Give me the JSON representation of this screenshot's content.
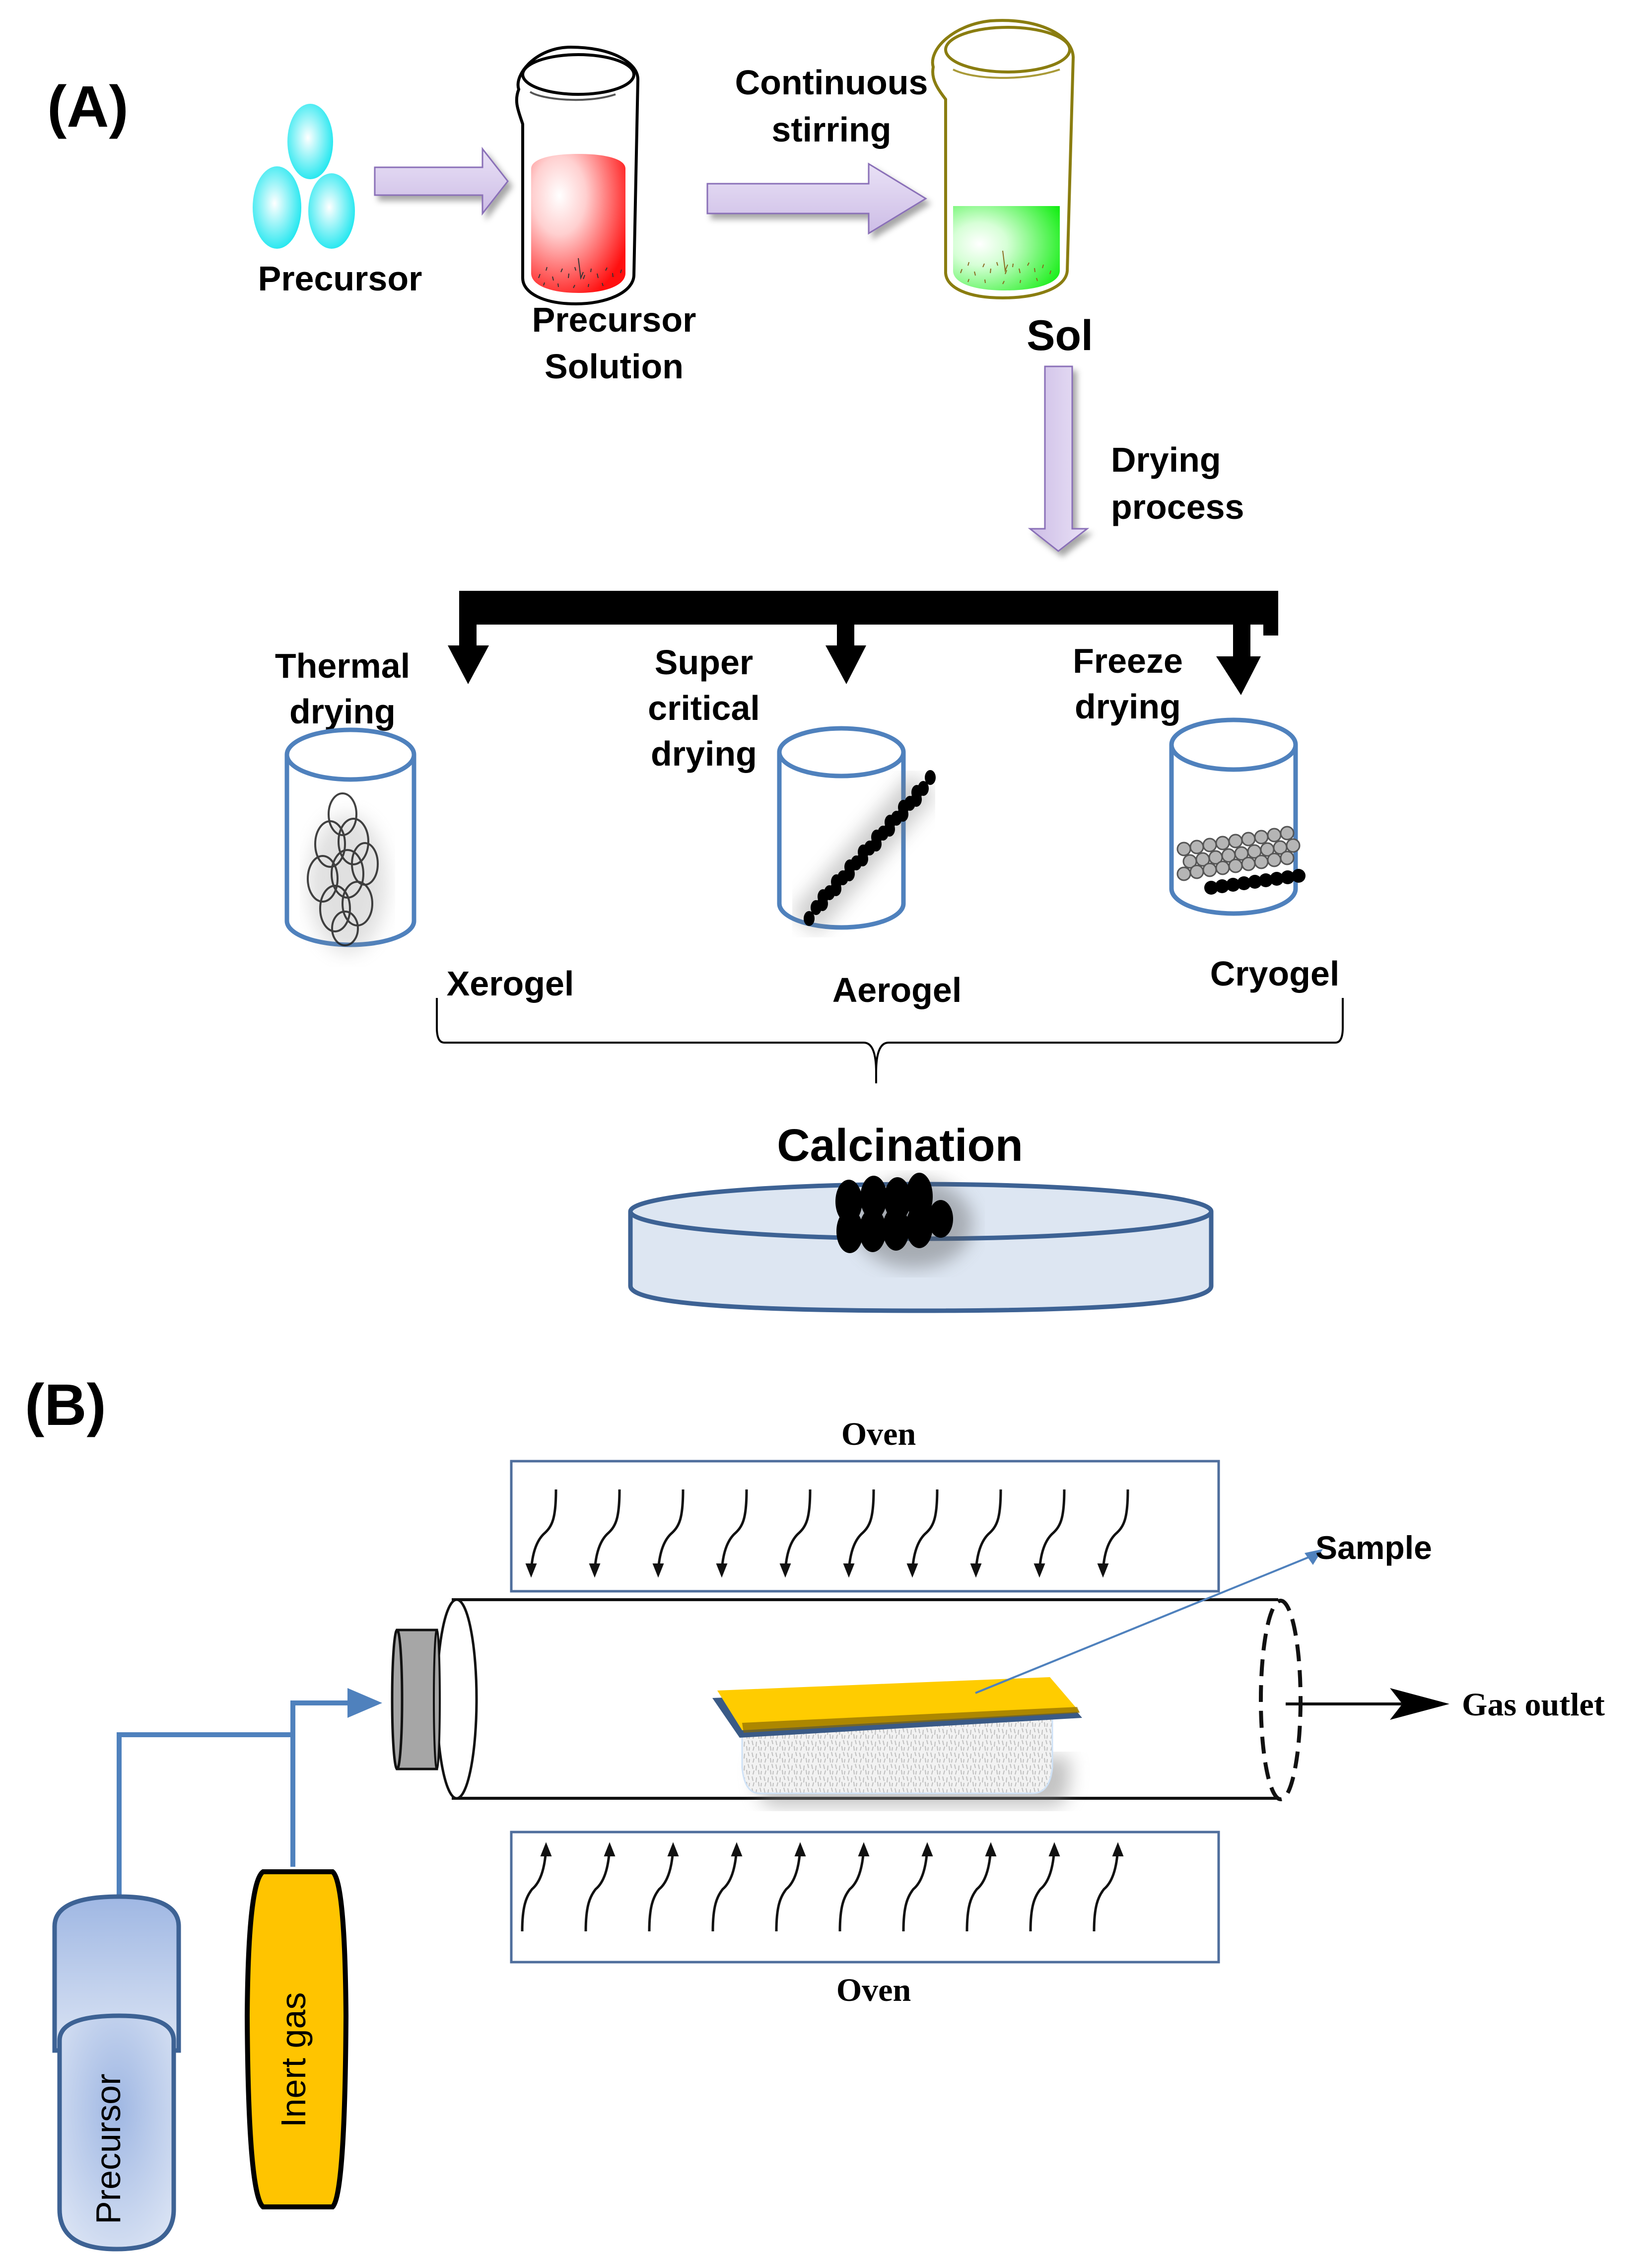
{
  "figure": {
    "panel_a": {
      "label": "(A)",
      "steps": {
        "precursor": "Precursor",
        "precursor_solution_line1": "Precursor",
        "precursor_solution_line2": "Solution",
        "stirring_line1": "Continuous",
        "stirring_line2": "stirring",
        "sol": "Sol",
        "drying_line1": "Drying",
        "drying_line2": "process"
      },
      "drying_methods": [
        {
          "method_lines": [
            "Thermal",
            "drying"
          ],
          "product": "Xerogel"
        },
        {
          "method_lines": [
            "Super",
            "critical",
            "drying"
          ],
          "product": "Aerogel"
        },
        {
          "method_lines": [
            "Freeze",
            "drying"
          ],
          "product": "Cryogel"
        }
      ],
      "calcination": "Calcination"
    },
    "panel_b": {
      "label": "(B)",
      "oven_top": "Oven",
      "oven_bottom": "Oven",
      "sample": "Sample",
      "gas_outlet": "Gas outlet",
      "precursor_cylinder": "Precursor",
      "inert_gas_cylinder": "Inert gas",
      "heat_arrow_count_per_oven": 10
    },
    "colors": {
      "process_arrow_fill": "#dcd0ee",
      "process_arrow_stroke": "#8a6fb8",
      "precursor_bubble": "#1ee8f0",
      "precursor_solution": "#ff1a1a",
      "sol_liquid": "#22ee22",
      "sol_beaker": "#8a7d10",
      "vessel_outline": "#4f81bd",
      "dish_fill": "#dde6f2",
      "gas_line": "#4f81bd",
      "precursor_cylinder": "#a9bfe6",
      "inert_gas_cylinder": "#ffc400",
      "sample_top": "#ffcc00",
      "plug_gray": "#a6a6a6"
    }
  }
}
